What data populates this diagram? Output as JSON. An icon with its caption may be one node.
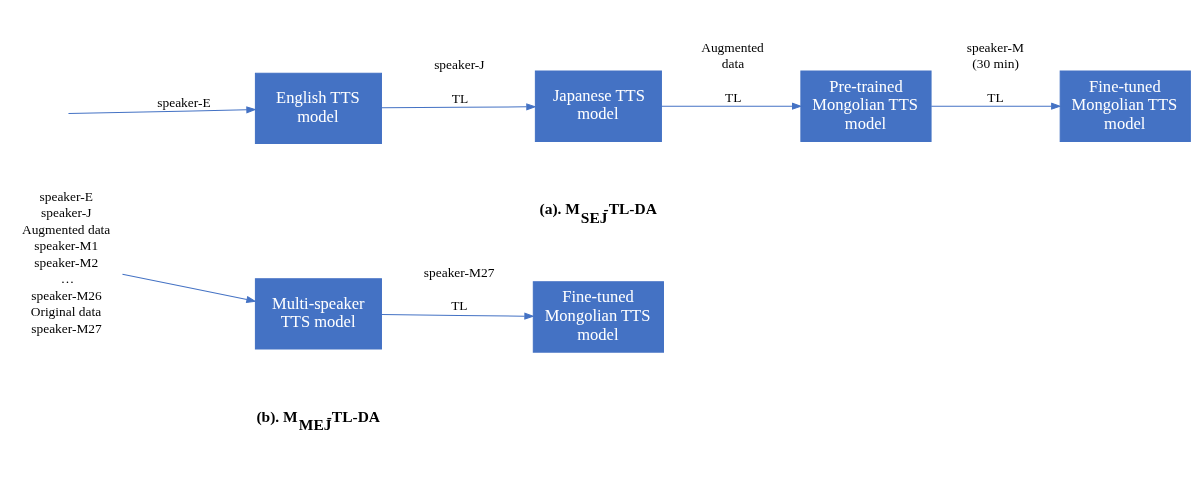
{
  "diagram": {
    "nodes": [
      {
        "text": [
          "English TTS model"
        ]
      },
      {
        "text": [
          "Japanese TTS model"
        ]
      },
      {
        "text": [
          "Pre-trained Mongolian TTS model"
        ]
      },
      {
        "text": [
          "Fine-tuned Mongolian TTS model"
        ]
      },
      {
        "text": [
          "speaker-E",
          "speaker-J",
          "Augmented data",
          "speaker-M1",
          "speaker-M2",
          "…",
          "speaker-M26",
          "Original data",
          "speaker-M27"
        ]
      },
      {
        "text": [
          "Multi-speaker TTS model"
        ]
      },
      {
        "text": [
          "Fine-tuned Mongolian TTS model"
        ]
      }
    ],
    "edges": [
      {
        "from": null,
        "to": 0,
        "arrow": "to",
        "label": "speaker-E"
      },
      {
        "from": 0,
        "to": 1,
        "arrow": "to",
        "label": "speaker-J"
      },
      {
        "from": 1,
        "to": 2,
        "arrow": "to",
        "label": "Augmented data"
      },
      {
        "from": 2,
        "to": 3,
        "arrow": "to",
        "label": "speaker-M (30 min)"
      },
      {
        "from": 4,
        "to": 5,
        "arrow": "to"
      },
      {
        "from": 5,
        "to": 6,
        "arrow": "to",
        "label": "speaker-M27"
      }
    ],
    "labels": [
      "TL",
      "TL",
      "TL",
      "(a). M$_{SEJ}$-TL-DA",
      "TL",
      "(b). M$_{MEJ}$-TL-DA"
    ]
  }
}
